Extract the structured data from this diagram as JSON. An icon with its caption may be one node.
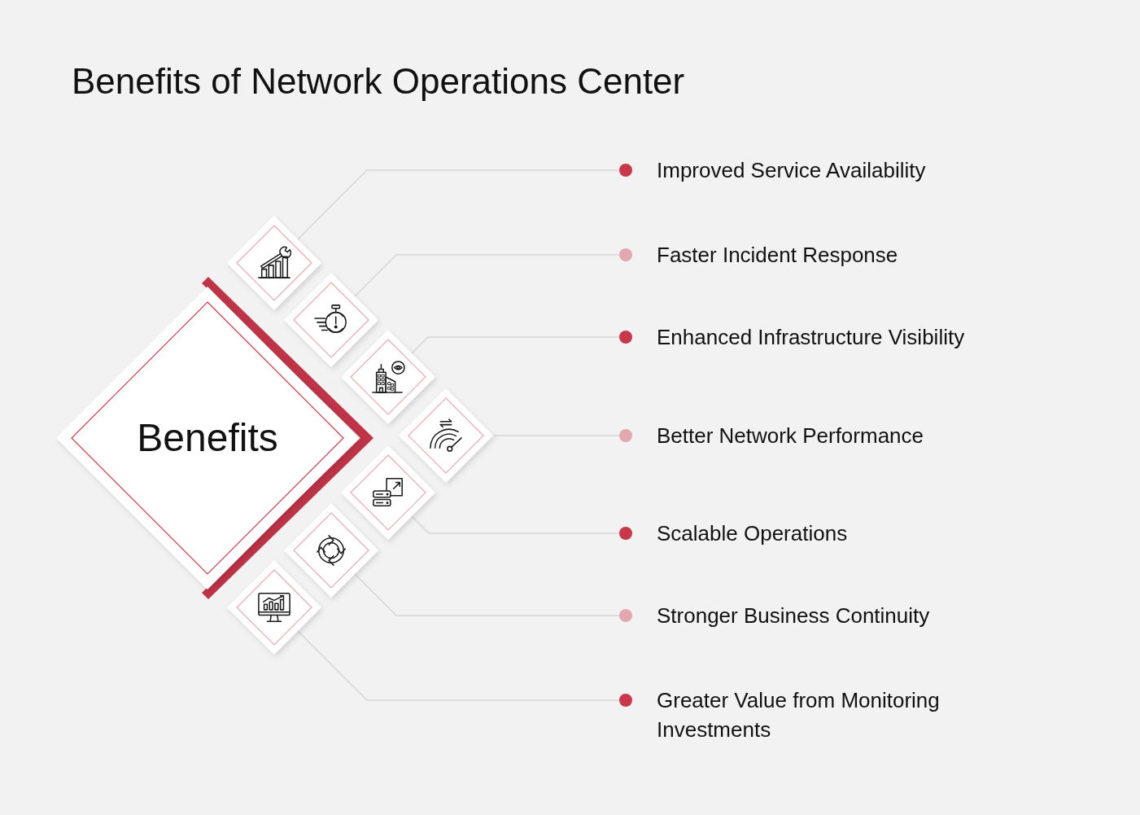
{
  "diagram": {
    "title": "Benefits of Network Operations Center",
    "nodes": [
      {
        "text": [
          "Benefits"
        ]
      },
      {
        "text": [],
        "shape": "diamond"
      },
      {
        "text": [],
        "shape": "diamond"
      },
      {
        "text": [],
        "shape": "diamond"
      },
      {
        "text": [],
        "shape": "diamond"
      },
      {
        "text": [],
        "shape": "diamond"
      },
      {
        "text": [],
        "shape": "diamond"
      },
      {
        "text": [],
        "shape": "diamond"
      },
      {
        "text": [
          "Improved Service Availability"
        ]
      },
      {
        "text": [
          "Faster Incident Response"
        ]
      },
      {
        "text": [
          "Enhanced Infrastructure Visibility"
        ]
      },
      {
        "text": [
          "Better Network Performance"
        ]
      },
      {
        "text": [
          "Scalable Operations"
        ]
      },
      {
        "text": [
          "Stronger Business Continuity"
        ]
      },
      {
        "text": [
          "Greater Value from Monitoring Investments"
        ]
      }
    ],
    "edges": [
      {
        "from": 1,
        "to": 8,
        "arrow": "none"
      },
      {
        "from": 2,
        "to": 9,
        "arrow": "none"
      },
      {
        "from": 3,
        "to": 10,
        "arrow": "none"
      },
      {
        "from": 4,
        "to": 11,
        "arrow": "none"
      },
      {
        "from": 5,
        "to": 12,
        "arrow": "none"
      },
      {
        "from": 6,
        "to": 13,
        "arrow": "none"
      },
      {
        "from": 7,
        "to": 14,
        "arrow": "none"
      }
    ]
  }
}
